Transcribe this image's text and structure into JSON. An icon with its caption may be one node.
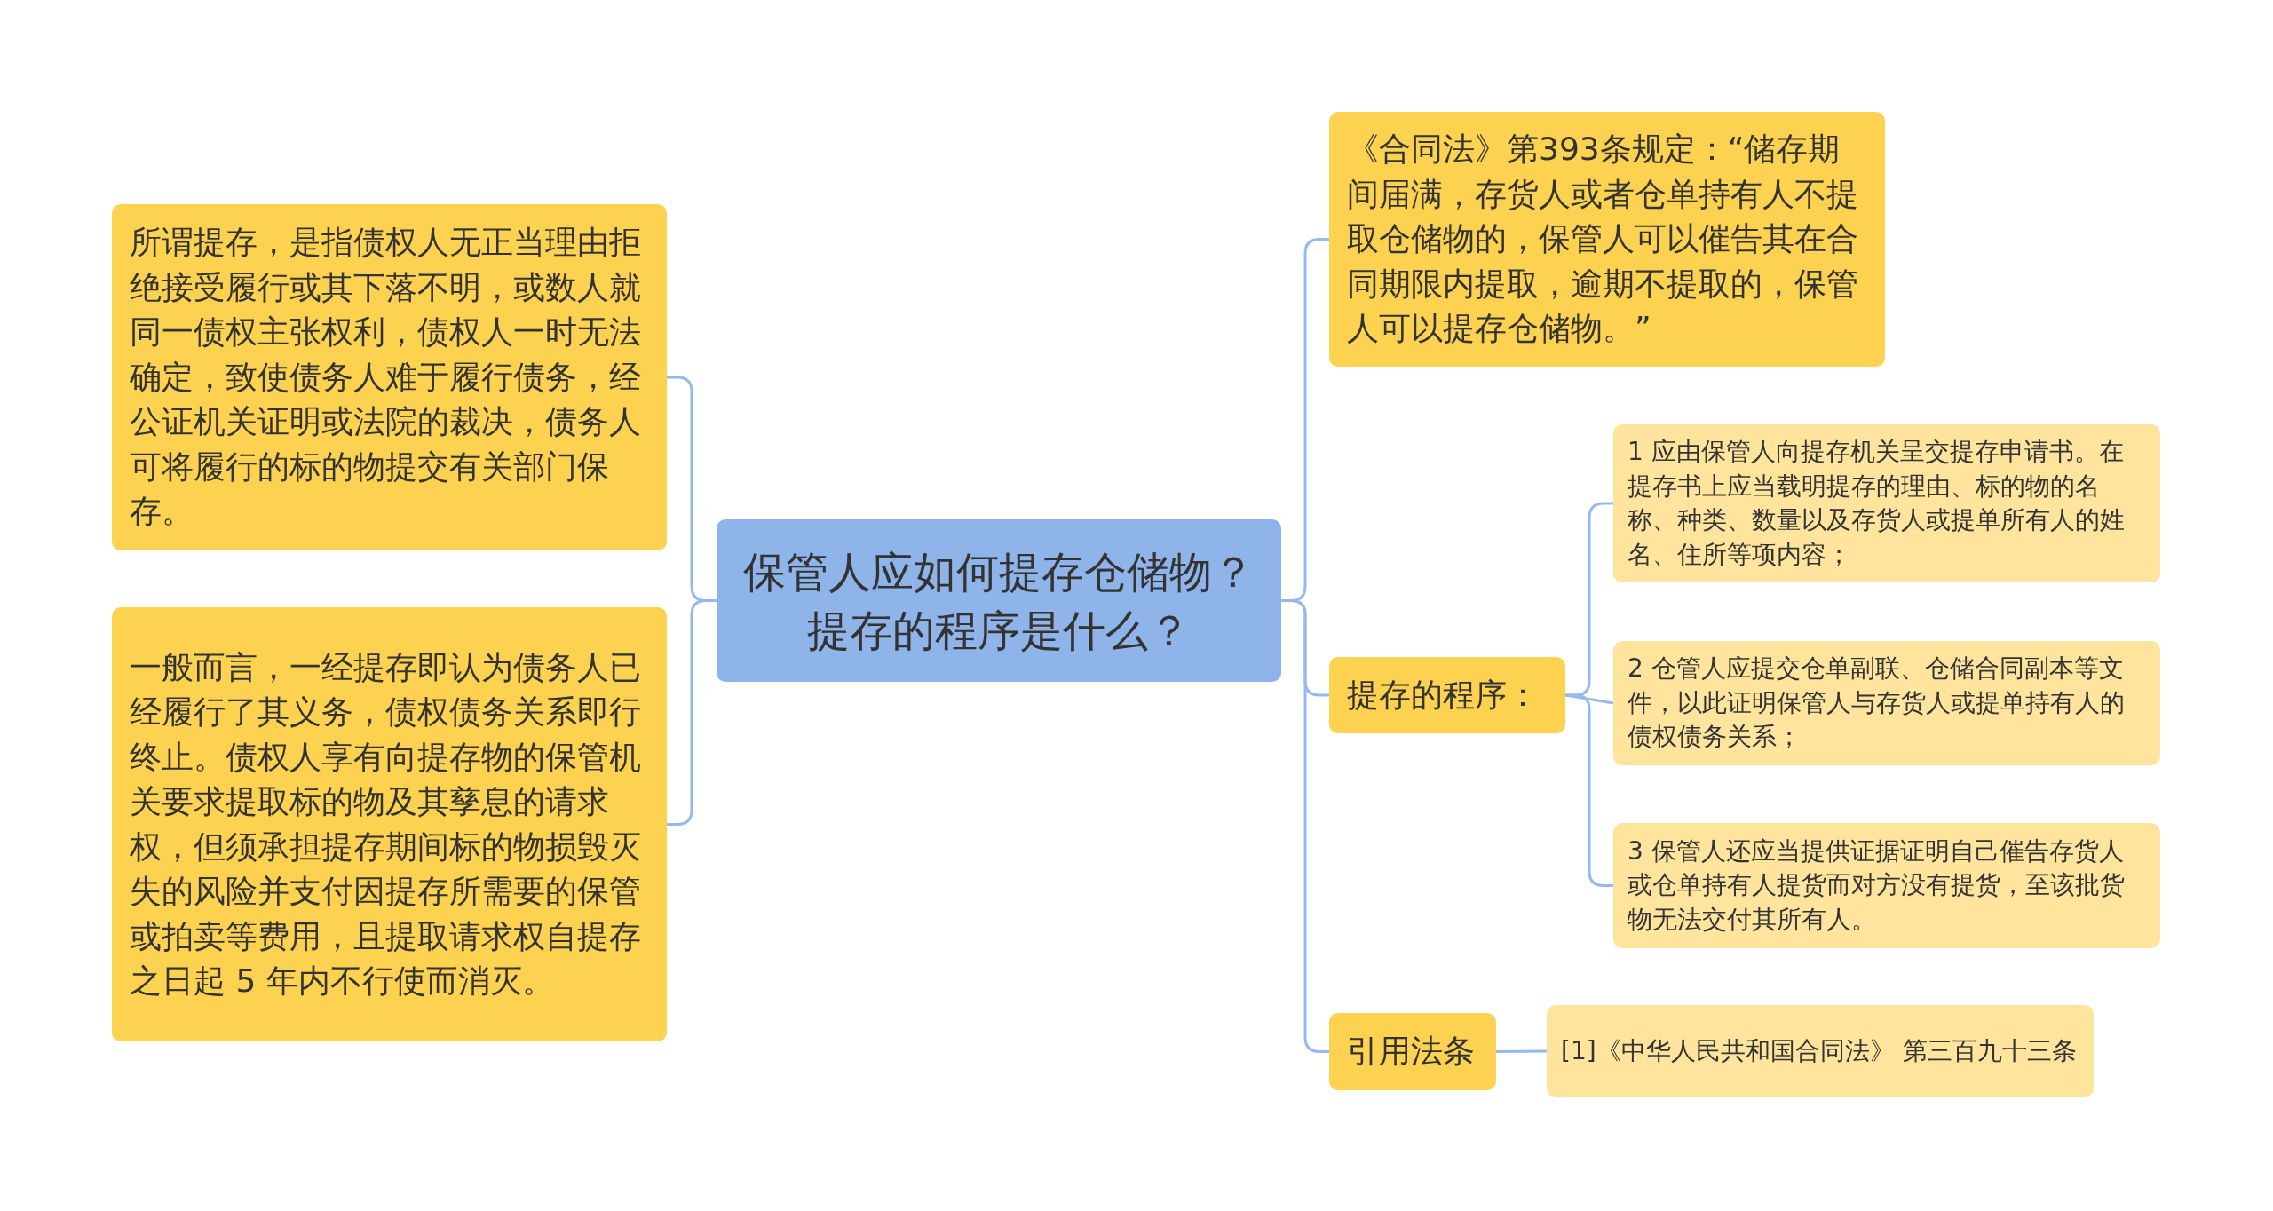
{
  "diagram": {
    "nodes": [
      {
        "text": [
          "保管人应如何提存仓储物？提存的程序是什么？"
        ]
      },
      {
        "text": [
          "所谓提存，是指债权人无正当理由拒绝接受履行或其下落不明，或数人就同一债权主张权利，债权人一时无法确定，致使债务人难于履行债务，经公证机关证明或法院的裁决，债务人可将履行的标的物提交有关部门保存。"
        ]
      },
      {
        "text": [
          "一般而言，一经提存即认为债务人已经履行了其义务，债权债务关系即行终止。债权人享有向提存物的保管机关要求提取标的物及其孳息的请求权，但须承担提存期间标的物损毁灭失的风险并支付因提存所需要的保管或拍卖等费用，且提取请求权自提存之日起 5 年内不行使而消灭。"
        ]
      },
      {
        "text": [
          "《合同法》第393条规定：“储存期间届满，存货人或者仓单持有人不提取仓储物的，保管人可以催告其在合同期限内提取，逾期不提取的，保管人可以提存仓储物。”"
        ]
      },
      {
        "text": [
          "提存的程序："
        ]
      },
      {
        "text": [
          "1 应由保管人向提存机关呈交提存申请书。在提存书上应当载明提存的理由、标的物的名称、种类、数量以及存货人或提单所有人的姓名、住所等项内容；"
        ]
      },
      {
        "text": [
          "2 仓管人应提交仓单副联、仓储合同副本等文件，以此证明保管人与存货人或提单持有人的债权债务关系；"
        ]
      },
      {
        "text": [
          "3 保管人还应当提供证据证明自己催告存货人或仓单持有人提货而对方没有提货，至该批货物无法交付其所有人。"
        ]
      },
      {
        "text": [
          "引用法条"
        ]
      },
      {
        "text": [
          "[1]《中华人民共和国合同法》 第三百九十三条"
        ]
      }
    ],
    "edges": [
      {
        "from": 0,
        "to": 1,
        "arrow": "none"
      },
      {
        "from": 0,
        "to": 2,
        "arrow": "none"
      },
      {
        "from": 0,
        "to": 3,
        "arrow": "none"
      },
      {
        "from": 0,
        "to": 4,
        "arrow": "none"
      },
      {
        "from": 4,
        "to": 5,
        "arrow": "none"
      },
      {
        "from": 4,
        "to": 6,
        "arrow": "none"
      },
      {
        "from": 4,
        "to": 7,
        "arrow": "none"
      },
      {
        "from": 0,
        "to": 8,
        "arrow": "none"
      },
      {
        "from": 8,
        "to": 9,
        "arrow": "none"
      }
    ]
  }
}
